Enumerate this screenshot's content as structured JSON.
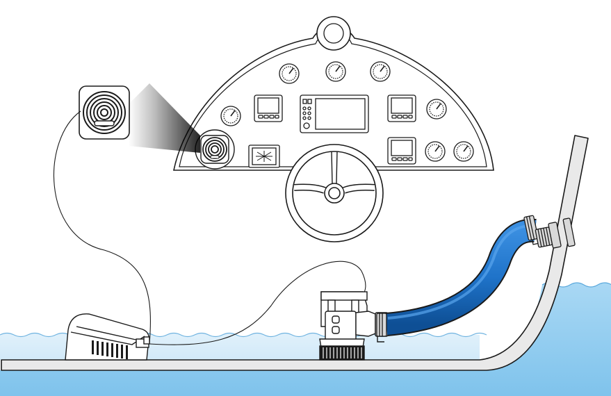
{
  "diagram": {
    "type": "boat-bilge-pump-installation",
    "components": [
      "dashboard-console",
      "gauge-dial",
      "display-screen",
      "multifunction-display",
      "steering-wheel",
      "bilge-alarm-panel",
      "float-switch",
      "bilge-pump",
      "discharge-hose",
      "hull-thru-fitting",
      "boat-hull",
      "waterline"
    ]
  },
  "colors": {
    "line": "#1a1a1a",
    "hose_blue": "#1f73c9",
    "hose_dark": "#0d4f96",
    "water_light": "#bfe0f6",
    "water_deep": "#8ccbef",
    "hull_fill": "#e9e9e9",
    "metal": "#d9d9d9"
  }
}
